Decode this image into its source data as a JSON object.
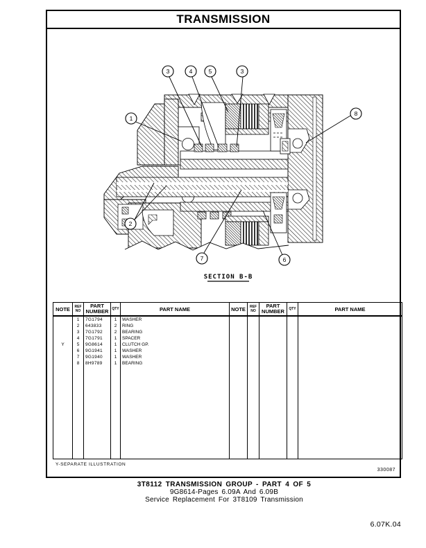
{
  "page": {
    "title": "TRANSMISSION",
    "footer": {
      "line1": "3T8112 TRANSMISSION GROUP - PART 4 OF 5",
      "line2": "9G8614-Pages 6.09A And 6.09B",
      "line3": "Service Replacement For 3T8109 Transmission"
    },
    "page_code": "6.07K.04",
    "drawing_number": "330087",
    "note_legend": "Y-SEPARATE ILLUSTRATION"
  },
  "diagram": {
    "section_label": "SECTION B-B",
    "callouts": [
      "1",
      "2",
      "3",
      "4",
      "5",
      "3",
      "8",
      "7",
      "6"
    ]
  },
  "parts_table": {
    "headers": {
      "note": "NOTE",
      "ref_no": "REF NO",
      "part_number": "PART NUMBER",
      "qty": "QTY",
      "part_name": "PART NAME"
    },
    "rows": [
      {
        "note": "",
        "ref": "1",
        "part_number": "7G1794",
        "qty": "1",
        "part_name": "WASHER"
      },
      {
        "note": "",
        "ref": "2",
        "part_number": "643833",
        "qty": "2",
        "part_name": "RING"
      },
      {
        "note": "",
        "ref": "3",
        "part_number": "7G1792",
        "qty": "2",
        "part_name": "BEARING"
      },
      {
        "note": "",
        "ref": "4",
        "part_number": "7G1791",
        "qty": "1",
        "part_name": "SPACER"
      },
      {
        "note": "Y",
        "ref": "5",
        "part_number": "9G8614",
        "qty": "1",
        "part_name": "CLUTCH GP."
      },
      {
        "note": "",
        "ref": "6",
        "part_number": "9G1941",
        "qty": "1",
        "part_name": "WASHER"
      },
      {
        "note": "",
        "ref": "7",
        "part_number": "9G1940",
        "qty": "1",
        "part_name": "WASHER"
      },
      {
        "note": "",
        "ref": "8",
        "part_number": "8H9789",
        "qty": "1",
        "part_name": "BEARING"
      }
    ]
  }
}
